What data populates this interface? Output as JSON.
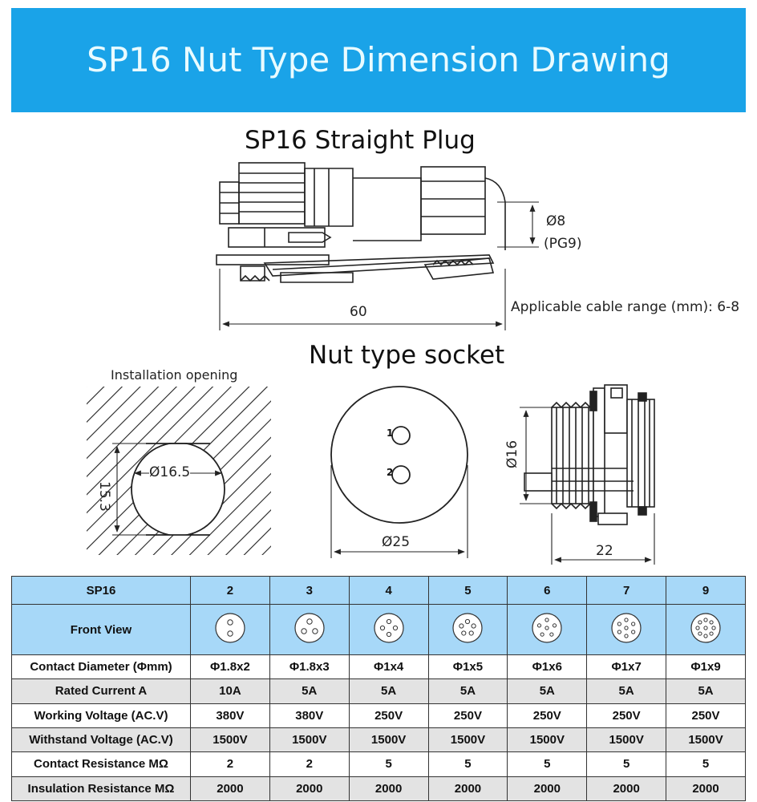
{
  "banner": {
    "title": "SP16 Nut Type Dimension Drawing"
  },
  "plug": {
    "title": "SP16 Straight Plug",
    "dia_label": "Ø8",
    "pg_label": "(PG9)",
    "length_label": "60",
    "cable_note": "Applicable cable range (mm): 6-8"
  },
  "socket": {
    "title": "Nut type socket",
    "opening_label": "Installation opening",
    "opening_dia": "Ø16.5",
    "opening_flat": "15.3",
    "face_dia": "Ø25",
    "pin1": "1",
    "pin2": "2",
    "side_dia": "Ø16",
    "side_length": "22"
  },
  "table": {
    "header": [
      "SP16",
      "2",
      "3",
      "4",
      "5",
      "6",
      "7",
      "9"
    ],
    "front_view_label": "Front View",
    "front_view_pins": [
      2,
      3,
      4,
      5,
      6,
      7,
      9
    ],
    "rows": [
      {
        "label": "Contact Diameter (Φmm)",
        "cells": [
          "Φ1.8x2",
          "Φ1.8x3",
          "Φ1x4",
          "Φ1x5",
          "Φ1x6",
          "Φ1x7",
          "Φ1x9"
        ]
      },
      {
        "label": "Rated Current A",
        "cells": [
          "10A",
          "5A",
          "5A",
          "5A",
          "5A",
          "5A",
          "5A"
        ]
      },
      {
        "label": "Working Voltage (AC.V)",
        "cells": [
          "380V",
          "380V",
          "250V",
          "250V",
          "250V",
          "250V",
          "250V"
        ]
      },
      {
        "label": "Withstand Voltage (AC.V)",
        "cells": [
          "1500V",
          "1500V",
          "1500V",
          "1500V",
          "1500V",
          "1500V",
          "1500V"
        ]
      },
      {
        "label": "Contact Resistance MΩ",
        "cells": [
          "2",
          "2",
          "5",
          "5",
          "5",
          "5",
          "5"
        ]
      },
      {
        "label": "Insulation Resistance MΩ",
        "cells": [
          "2000",
          "2000",
          "2000",
          "2000",
          "2000",
          "2000",
          "2000"
        ]
      }
    ]
  },
  "colors": {
    "banner": "#1aa3e8",
    "table_header": "#a7d8f8",
    "row_alt": "#e3e3e3"
  }
}
